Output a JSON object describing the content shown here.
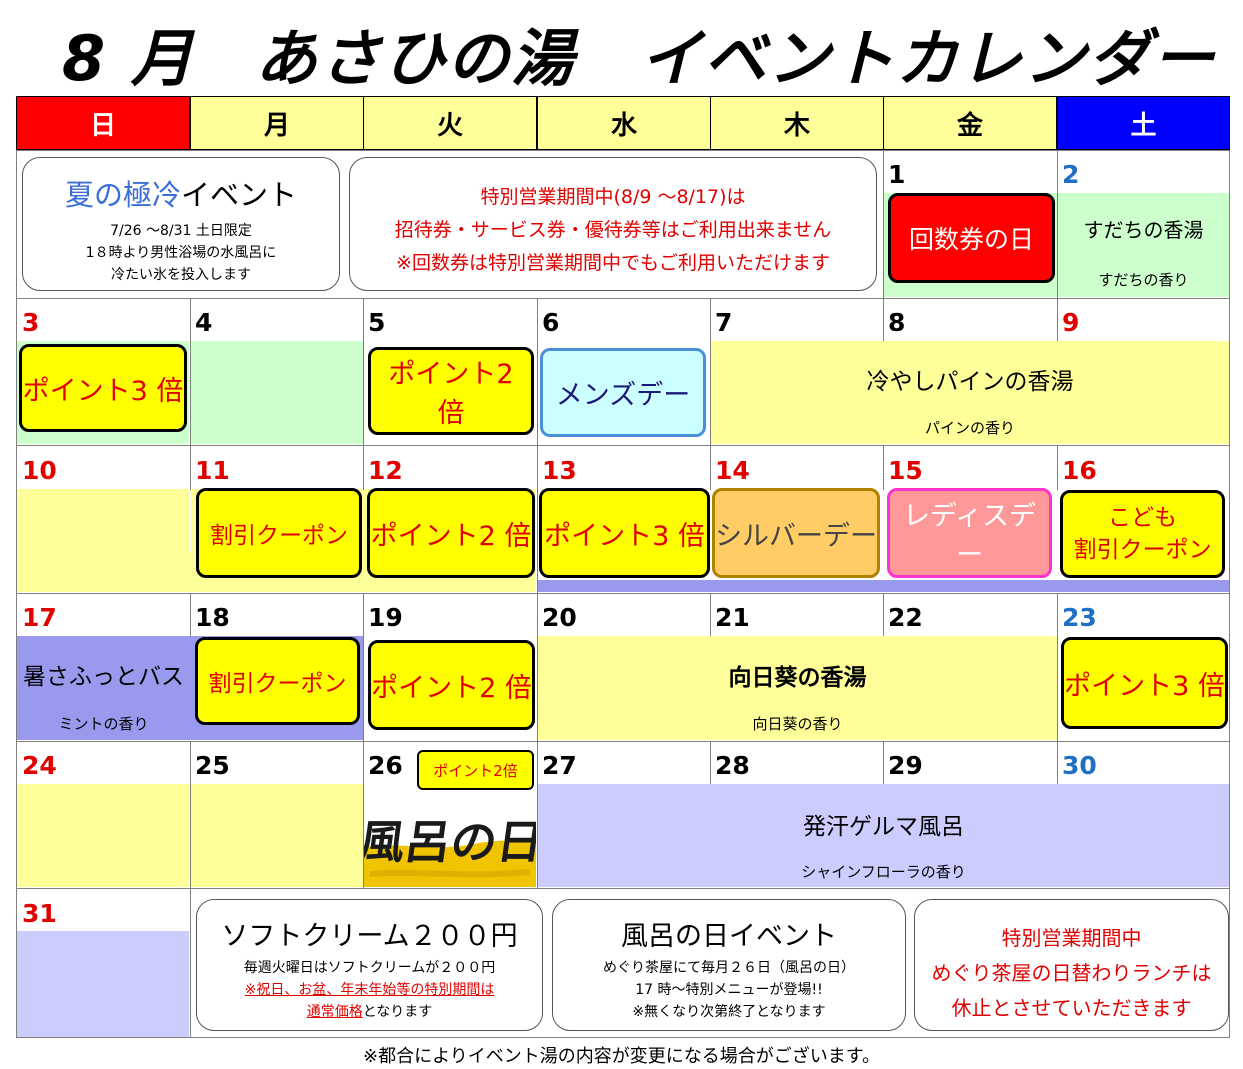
{
  "title": {
    "month": "8 月",
    "name": "あさひの湯",
    "subtitle": "イベントカレンダー"
  },
  "weekdays": [
    "日",
    "月",
    "火",
    "水",
    "木",
    "金",
    "土"
  ],
  "colors": {
    "sunday": "#ff0000",
    "saturday": "#0000ff",
    "weekday": "#ffff99",
    "green": "#ccffcc",
    "yellow_band": "#ffff99",
    "lavender": "#ccccff",
    "purple": "#9999ee",
    "red_box": "#ff0000",
    "blue_box": "#ccffff",
    "orange_box": "#ffcc66",
    "pink_box": "#ff9999"
  },
  "days": [
    "1",
    "2",
    "3",
    "4",
    "5",
    "6",
    "7",
    "8",
    "9",
    "10",
    "11",
    "12",
    "13",
    "14",
    "15",
    "16",
    "17",
    "18",
    "19",
    "20",
    "21",
    "22",
    "23",
    "24",
    "25",
    "26",
    "27",
    "28",
    "29",
    "30",
    "31"
  ],
  "summer_event": {
    "title_a": "夏の極冷",
    "title_b": "イベント",
    "line1": "7/26 ～8/31 土日限定",
    "line2": "1８時より男性浴場の水風呂に",
    "line3": "冷たい氷を投入します"
  },
  "special_notice": {
    "line1": "特別営業期間中(8/9 ～8/17)は",
    "line2": "招待券・サービス券・優待券等はご利用出来ません",
    "line3": "※回数券は特別営業期間中でもご利用いただけます"
  },
  "events": {
    "kaisuken": "回数券の日",
    "sudachi": "すだちの香湯",
    "sudachi_scent": "すだちの香り",
    "point3": "ポイント3 倍",
    "point2": "ポイント2 倍",
    "mens": "メンズデー",
    "pine": "冷やしパインの香湯",
    "pine_scent": "パインの香り",
    "coupon": "割引クーポン",
    "silver": "シルバーデー",
    "ladies": "レディスデー",
    "kids_a": "こども",
    "kids_b": "割引クーポン",
    "atsusa": "暑さふっとバス",
    "mint_scent": "ミントの香り",
    "himawari": "向日葵の香湯",
    "himawari_scent": "向日葵の香り",
    "point2_small": "ポイント2倍",
    "furo_stamp": "風呂の日",
    "germa": "発汗ゲルマ風呂",
    "shine_scent": "シャインフローラの香り"
  },
  "soft_cream": {
    "title": "ソフトクリーム２００円",
    "line1": "毎週火曜日はソフトクリームが２００円",
    "line2": "※祝日、お盆、年末年始等の特別期間は",
    "line3a": "通常価格",
    "line3b": "となります"
  },
  "furo_event": {
    "title": "風呂の日イベント",
    "line1": "めぐり茶屋にて毎月２６日（風呂の日）",
    "line2": "17 時～特別メニューが登場!!",
    "line3": "※無くなり次第終了となります"
  },
  "lunch_notice": {
    "line1": "特別営業期間中",
    "line2": "めぐり茶屋の日替わりランチは",
    "line3": "休止とさせていただきます"
  },
  "footer": "※都合によりイベント湯の内容が変更になる場合がございます。"
}
